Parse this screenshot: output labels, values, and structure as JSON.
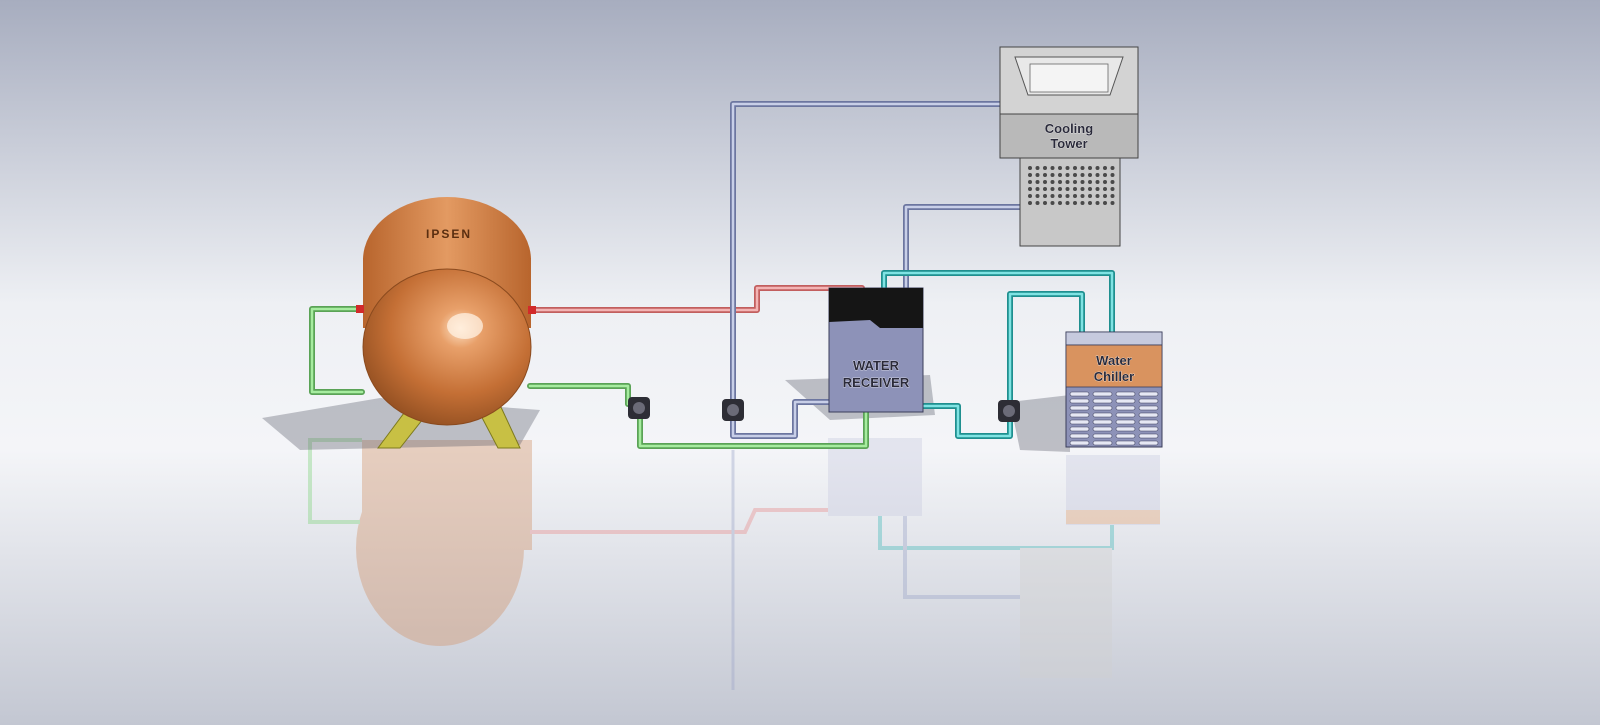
{
  "labels": {
    "tank": "IPSEN",
    "receiver_line1": "WATER",
    "receiver_line2": "RECEIVER",
    "chiller_line1": "Water",
    "chiller_line2": "Chiller",
    "tower_line1": "Cooling",
    "tower_line2": "Tower"
  },
  "colors": {
    "pipe_green": "#7ed37a",
    "pipe_red": "#e88a8a",
    "pipe_blue": "#9aa4c8",
    "pipe_cyan": "#3fb8b8",
    "tank_copper": "#c9773c",
    "receiver_body": "#8d92b8",
    "chiller_top": "#d9935f",
    "chiller_grille": "#7b80b0",
    "tower_gray": "#c9c9c9"
  }
}
